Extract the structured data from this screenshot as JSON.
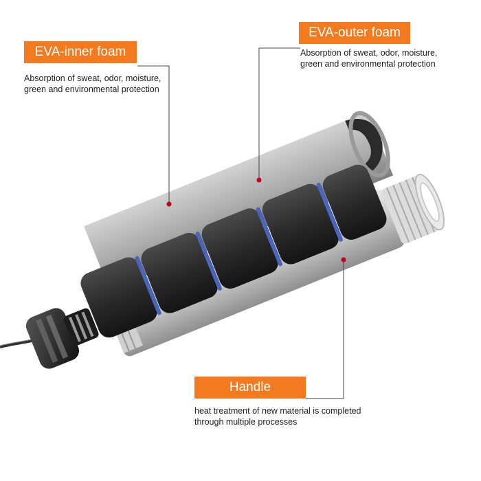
{
  "callouts": {
    "inner": {
      "title": "EVA-inner foam",
      "description": "Absorption of sweat, odor, moisture, green and environmental protection"
    },
    "outer": {
      "title": "EVA-outer foam",
      "description": "Absorption of sweat, odor, moisture, green and environmental protection"
    },
    "handle": {
      "title": "Handle",
      "description": "heat treatment of new material is completed through multiple processes"
    }
  },
  "colors": {
    "accent": "#f47a1f",
    "leader_line": "#444444",
    "marker_dot": "#c0001a",
    "foam_dark": "#2a2a2a",
    "foam_blue_edge": "#4a66b8",
    "handle_metal": "#c9c9c9",
    "outer_sleeve": "#b5b5b5"
  }
}
